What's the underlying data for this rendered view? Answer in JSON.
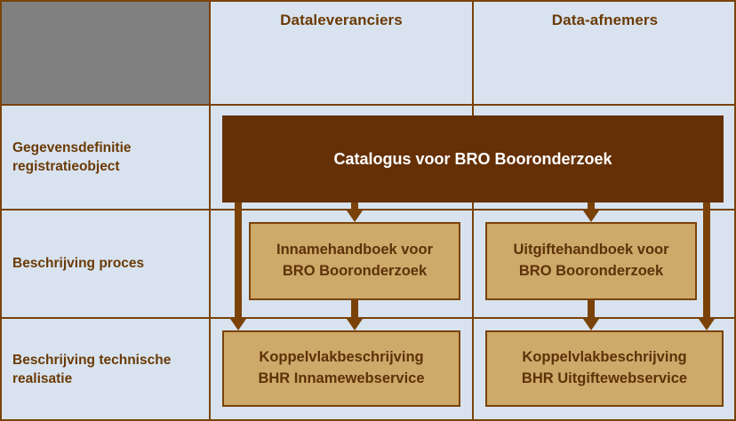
{
  "diagram": {
    "title_alt": "BRO Booronderzoek documentatiestructuur",
    "colors": {
      "background": "#d8e3ef",
      "grid_border": "#7a4208",
      "gray_block": "#808080",
      "catalogus_fill": "#653006",
      "catalogus_text": "#ffffff",
      "box_fill": "#cda96a",
      "box_border": "#7a4208",
      "label_text": "#6b3a06",
      "arrow": "#7a4208"
    }
  },
  "header": {
    "corner_blank": "",
    "columns": [
      {
        "label": "Dataleveranciers"
      },
      {
        "label": "Data-afnemers"
      }
    ]
  },
  "rows": [
    {
      "label": "Gegevensdefinitie\nregistratieobject"
    },
    {
      "label": "Beschrijving proces"
    },
    {
      "label": "Beschrijving technische\nrealisatie"
    }
  ],
  "row_labels": {
    "r1_line1": "Gegevensdefinitie",
    "r1_line2": "registratieobject",
    "r2_line1": "Beschrijving proces",
    "r3_line1": "Beschrijving technische",
    "r3_line2": "realisatie"
  },
  "nodes": {
    "catalogus": {
      "label": "Catalogus voor BRO Booronderzoek",
      "span": "both-columns",
      "row": "Gegevensdefinitie registratieobject"
    },
    "innamehandboek": {
      "line1": "Innamehandboek voor",
      "line2": "BRO Booronderzoek",
      "column": "Dataleveranciers",
      "row": "Beschrijving proces"
    },
    "uitgiftehandboek": {
      "line1": "Uitgiftehandboek voor",
      "line2": "BRO Booronderzoek",
      "column": "Data-afnemers",
      "row": "Beschrijving proces"
    },
    "inname_webservice": {
      "line1": "Koppelvlakbeschrijving",
      "line2": "BHR Innamewebservice",
      "column": "Dataleveranciers",
      "row": "Beschrijving technische realisatie"
    },
    "uitgifte_webservice": {
      "line1": "Koppelvlakbeschrijving",
      "line2": "BHR Uitgiftewebservice",
      "column": "Data-afnemers",
      "row": "Beschrijving technische realisatie"
    }
  },
  "connections": [
    {
      "from": "catalogus",
      "to": "innamehandboek",
      "style": "arrow-down"
    },
    {
      "from": "catalogus",
      "to": "uitgiftehandboek",
      "style": "arrow-down"
    },
    {
      "from": "catalogus",
      "to": "inname_webservice",
      "style": "arrow-down-bypass"
    },
    {
      "from": "catalogus",
      "to": "uitgifte_webservice",
      "style": "arrow-down-bypass"
    },
    {
      "from": "innamehandboek",
      "to": "inname_webservice",
      "style": "arrow-down"
    },
    {
      "from": "uitgiftehandboek",
      "to": "uitgifte_webservice",
      "style": "arrow-down"
    }
  ]
}
